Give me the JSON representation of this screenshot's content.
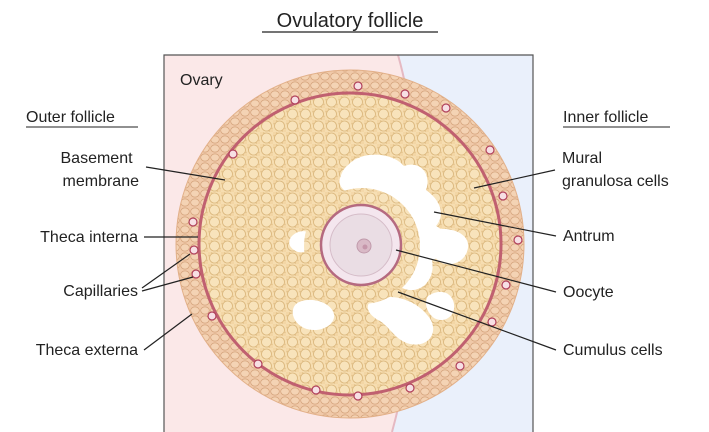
{
  "title": "Ovulatory follicle",
  "region_label": "Ovary",
  "left_header": "Outer follicle",
  "right_header": "Inner follicle",
  "left_labels": {
    "basement_line1": "Basement",
    "basement_line2": "membrane",
    "theca_interna": "Theca interna",
    "capillaries": "Capillaries",
    "theca_externa": "Theca externa"
  },
  "right_labels": {
    "mural_line1": "Mural",
    "mural_line2": "granulosa cells",
    "antrum": "Antrum",
    "oocyte": "Oocyte",
    "cumulus": "Cumulus cells"
  },
  "colors": {
    "ovary_left": "#fbe8e8",
    "ovary_right": "#eaf0fb",
    "ovary_border": "#555555",
    "membrane": "#c06070",
    "theca": "#f0c9a8",
    "granulosa": "#f6ddb0",
    "cell_outline": "#d9b57a",
    "antrum": "#ffffff",
    "oocyte_fill": "#f4e6ee",
    "capillary": "#b0405a"
  }
}
